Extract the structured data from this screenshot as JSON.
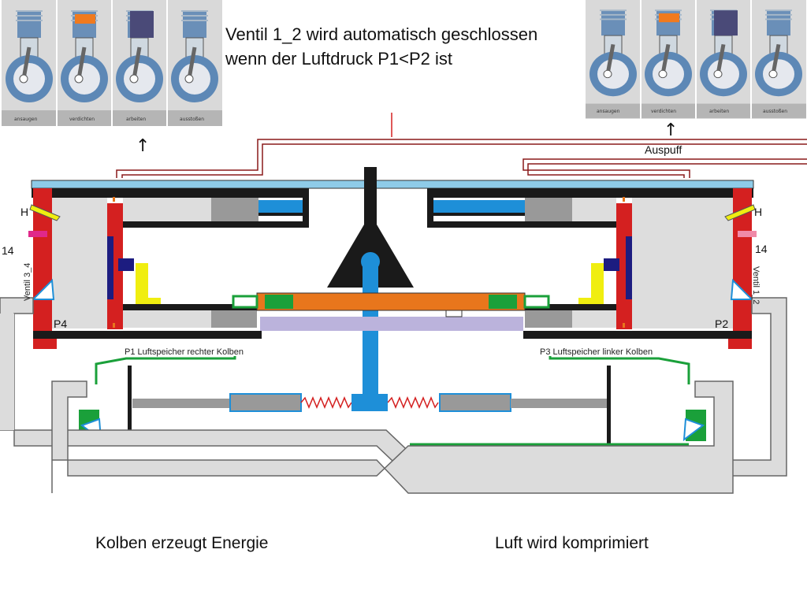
{
  "header_text": {
    "line1": "Ventil 1_2 wird automatisch geschlossen",
    "line2": "wenn der Luftdruck P1<P2 ist"
  },
  "stroke_panels": {
    "captions": [
      "ansaugen",
      "verdichten",
      "arbeiten",
      "ausstoßen"
    ]
  },
  "labels": {
    "arrow_up": "↑",
    "auspuff": "Auspuff",
    "h_left": "H",
    "h_right": "H",
    "n14_left": "14",
    "n14_right": "14",
    "ventil_3_4": "Ventil 3_4",
    "ventil_1_2": "Ventil 1_2",
    "p4": "P4",
    "p2": "P2",
    "p1_storage": "P1 Luftspeicher rechter Kolben",
    "p3_storage": "P3 Luftspeicher linker Kolben"
  },
  "bottom_text": {
    "left": "Kolben erzeugt Energie",
    "right": "Luft wird komprimiert"
  },
  "colors": {
    "red": "#d42020",
    "blue": "#1e8fd8",
    "lightblue": "#8ecbe8",
    "orange": "#e8761c",
    "green": "#1aa03a",
    "yellow": "#f0ee10",
    "lavender": "#bbb3dc",
    "navy": "#1c1c80",
    "pipe_gray": "#dcdcdc",
    "dark": "#1a1a1a"
  }
}
